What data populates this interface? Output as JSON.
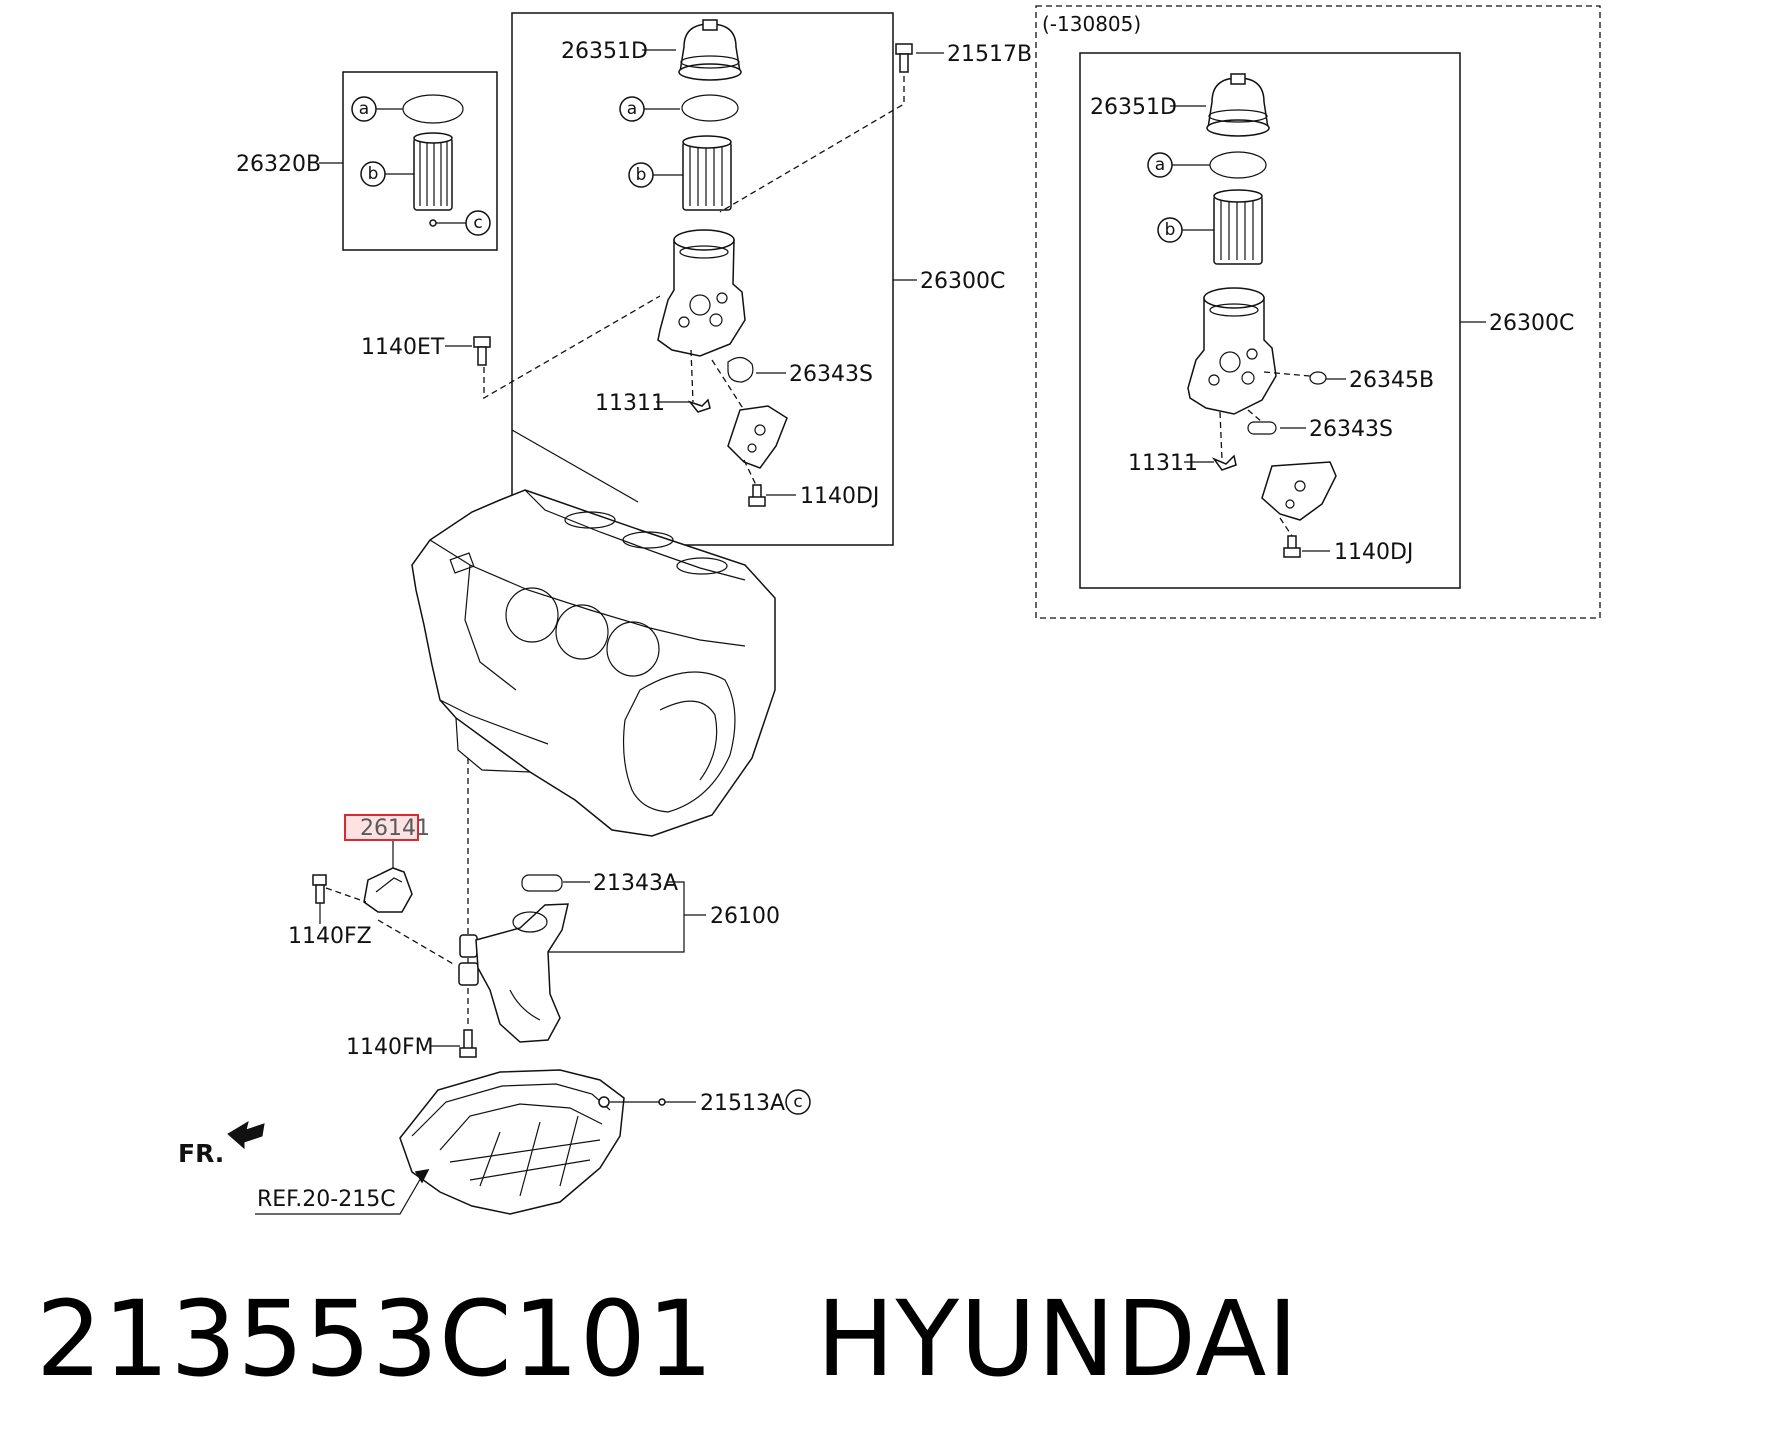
{
  "diagram": {
    "variant_note": "(-130805)",
    "callouts": {
      "main_filter_cap": "26351D",
      "bolt_top": "21517B",
      "filter_kit": "26320B",
      "housing_assy": "26300C",
      "housing_bolt": "1140ET",
      "main_gasket": "26343S",
      "main_clip": "11311",
      "main_bracket_bolt": "1140DJ",
      "alt_filter_cap": "26351D",
      "alt_housing_assy": "26300C",
      "alt_oring": "26345B",
      "alt_gasket": "26343S",
      "alt_clip": "11311",
      "alt_bracket_bolt": "1140DJ",
      "highlighted_part": "26141",
      "bracket_bolt": "1140FZ",
      "pump_gasket": "21343A",
      "oil_pump_assy": "26100",
      "pump_bolt": "1140FM",
      "drain_plug": "21513A",
      "oil_pan_ref": "REF.20-215C",
      "front_marker": "FR."
    },
    "symbols": {
      "a": "a",
      "b": "b",
      "c": "c"
    }
  },
  "footer": {
    "part_number": "213553C101",
    "brand": "HYUNDAI"
  },
  "colors": {
    "highlight_border": "#e0262f",
    "highlight_fill": "#fde2e4",
    "line": "#111111"
  }
}
